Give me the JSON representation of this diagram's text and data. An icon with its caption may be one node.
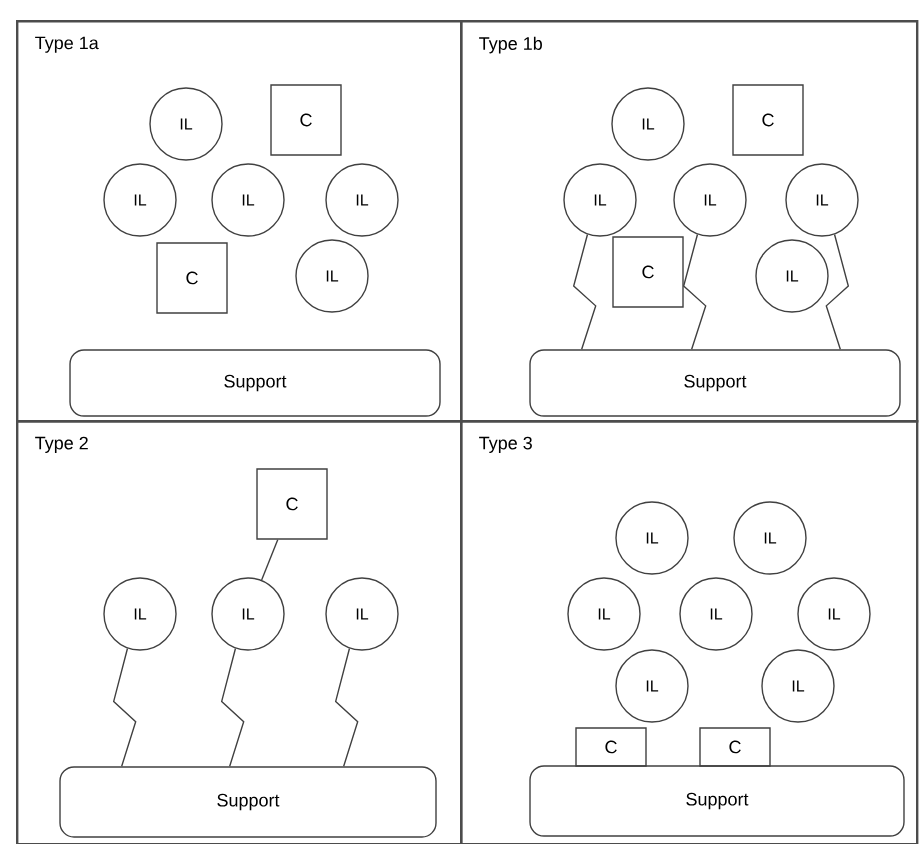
{
  "diagram": {
    "nodes": [
      {
        "text": [
          "Type 1a"
        ]
      },
      {
        "text": [
          "IL"
        ],
        "in": 0
      },
      {
        "text": [
          "C"
        ],
        "in": 0
      },
      {
        "text": [
          "IL"
        ],
        "in": 0
      },
      {
        "text": [
          "IL"
        ],
        "in": 0
      },
      {
        "text": [
          "IL"
        ],
        "in": 0
      },
      {
        "text": [
          "C"
        ],
        "in": 0
      },
      {
        "text": [
          "IL"
        ],
        "in": 0
      },
      {
        "text": [
          "Support"
        ],
        "in": 0
      },
      {
        "text": [
          "Type 1b"
        ]
      },
      {
        "text": [
          "IL"
        ],
        "in": 9
      },
      {
        "text": [
          "C"
        ],
        "in": 9
      },
      {
        "text": [
          "IL"
        ],
        "in": 9
      },
      {
        "text": [
          "IL"
        ],
        "in": 9
      },
      {
        "text": [
          "IL"
        ],
        "in": 9
      },
      {
        "text": [
          "C"
        ],
        "in": 9
      },
      {
        "text": [
          "IL"
        ],
        "in": 9
      },
      {
        "text": [
          "Support"
        ],
        "in": 9
      },
      {
        "text": [
          "Type 2"
        ]
      },
      {
        "text": [
          "C"
        ],
        "in": 18
      },
      {
        "text": [
          "IL"
        ],
        "in": 18
      },
      {
        "text": [
          "IL"
        ],
        "in": 18
      },
      {
        "text": [
          "IL"
        ],
        "in": 18
      },
      {
        "text": [
          "Support"
        ],
        "in": 18
      },
      {
        "text": [
          "Type 3"
        ]
      },
      {
        "text": [
          "IL"
        ],
        "in": 24
      },
      {
        "text": [
          "IL"
        ],
        "in": 24
      },
      {
        "text": [
          "IL"
        ],
        "in": 24
      },
      {
        "text": [
          "IL"
        ],
        "in": 24
      },
      {
        "text": [
          "IL"
        ],
        "in": 24
      },
      {
        "text": [
          "IL"
        ],
        "in": 24
      },
      {
        "text": [
          "IL"
        ],
        "in": 24
      },
      {
        "text": [
          "C"
        ],
        "in": 24
      },
      {
        "text": [
          "C"
        ],
        "in": 24
      },
      {
        "text": [
          "Support"
        ],
        "in": 24
      }
    ],
    "edges": [
      {
        "from": 12,
        "to": 17,
        "arrow": "none"
      },
      {
        "from": 13,
        "to": 17,
        "arrow": "none"
      },
      {
        "from": 14,
        "to": 17,
        "arrow": "none"
      },
      {
        "from": 19,
        "to": 21,
        "arrow": "none"
      },
      {
        "from": 20,
        "to": 23,
        "arrow": "none"
      },
      {
        "from": 21,
        "to": 23,
        "arrow": "none"
      },
      {
        "from": 22,
        "to": 23,
        "arrow": "none"
      }
    ]
  }
}
